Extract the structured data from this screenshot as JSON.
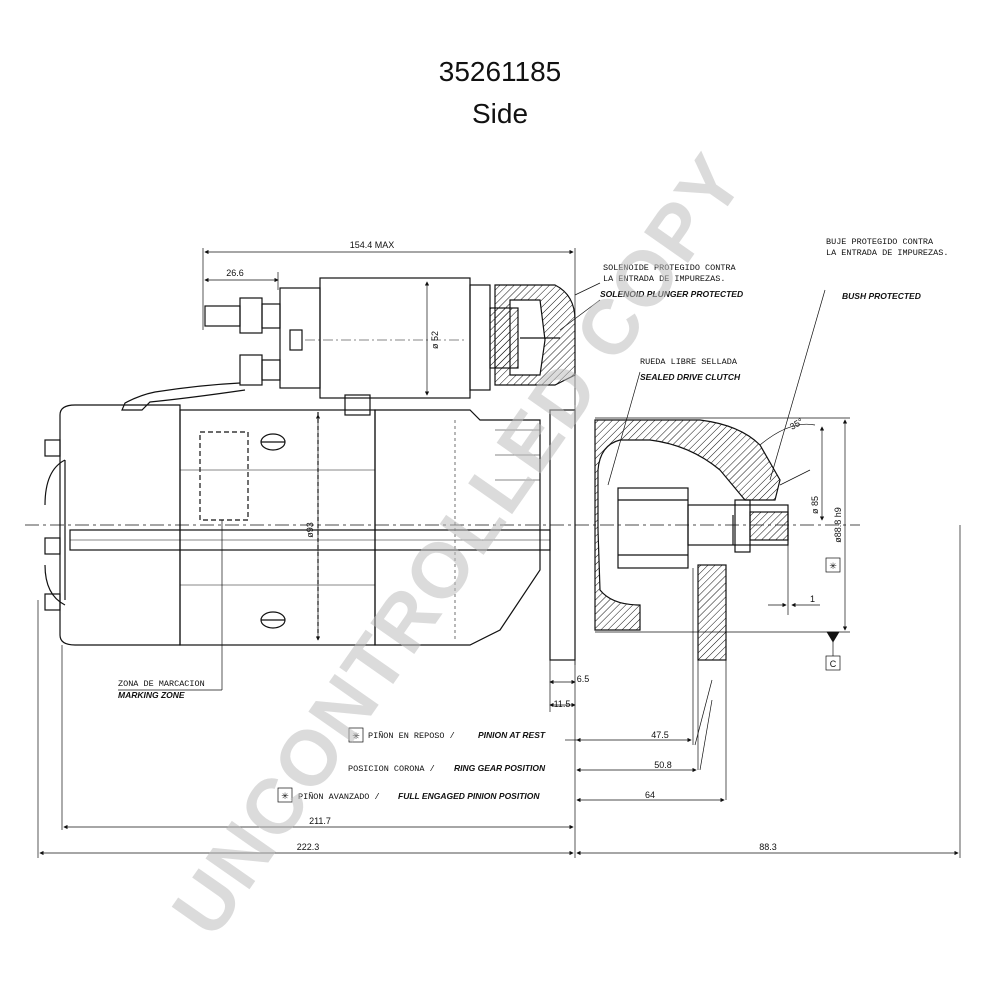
{
  "title": {
    "part_number": "35261185",
    "view": "Side"
  },
  "watermark": "UNCONTROLLED COPY",
  "dimensions": {
    "overall_max": "154.4 MAX",
    "terminal": "26.6",
    "solenoid_dia": "ø 52",
    "body_dia": "ø93",
    "flange_thk": "6.5",
    "flange_pos": "11.5",
    "pinion_rest": "47.5",
    "ring_gear": "50.8",
    "full_engaged": "64",
    "length_a": "211.7",
    "length_b": "222.3",
    "nose_length": "88.3",
    "pinion_dia": "ø 85",
    "pilot_dia": "ø88.8 h9",
    "angle": "35°",
    "offset": "1",
    "datum": "C"
  },
  "labels": {
    "solenoid_es_1": "SOLENOIDE PROTEGIDO CONTRA",
    "solenoid_es_2": "LA ENTRADA DE IMPUREZAS.",
    "solenoid_en": "SOLENOID PLUNGER PROTECTED",
    "bush_es_1": "BUJE PROTEGIDO CONTRA",
    "bush_es_2": "LA ENTRADA DE IMPUREZAS.",
    "bush_en": "BUSH PROTECTED",
    "clutch_es": "RUEDA LIBRE SELLADA",
    "clutch_en": "SEALED DRIVE CLUTCH",
    "marking_es": "ZONA DE MARCACION",
    "marking_en": "MARKING ZONE",
    "pinion_rest_es": "PIÑON EN REPOSO /",
    "pinion_rest_en": "PINION AT REST",
    "ring_gear_es": "POSICION CORONA /",
    "ring_gear_en": "RING GEAR POSITION",
    "engaged_es": "PIÑON AVANZADO /",
    "engaged_en": "FULL ENGAGED PINION POSITION"
  }
}
